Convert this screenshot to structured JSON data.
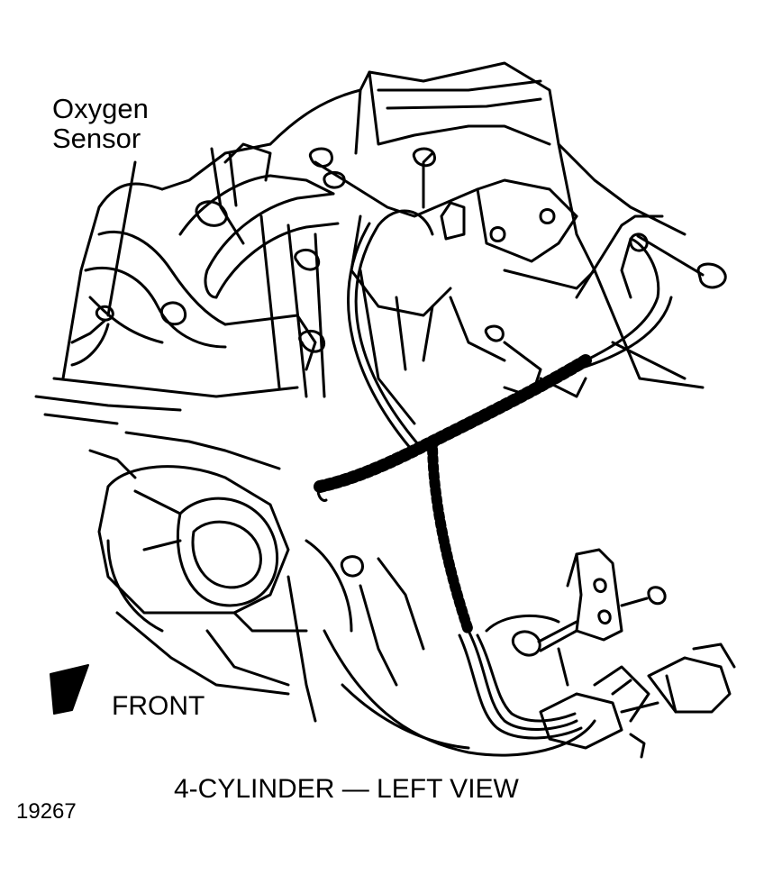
{
  "labels": {
    "oxygen_sensor_line1": "Oxygen",
    "oxygen_sensor_line2": "Sensor",
    "front": "FRONT",
    "view_title": "4-CYLINDER — LEFT VIEW",
    "figure_number": "19267"
  },
  "colors": {
    "ink": "#000000",
    "paper": "#ffffff"
  }
}
